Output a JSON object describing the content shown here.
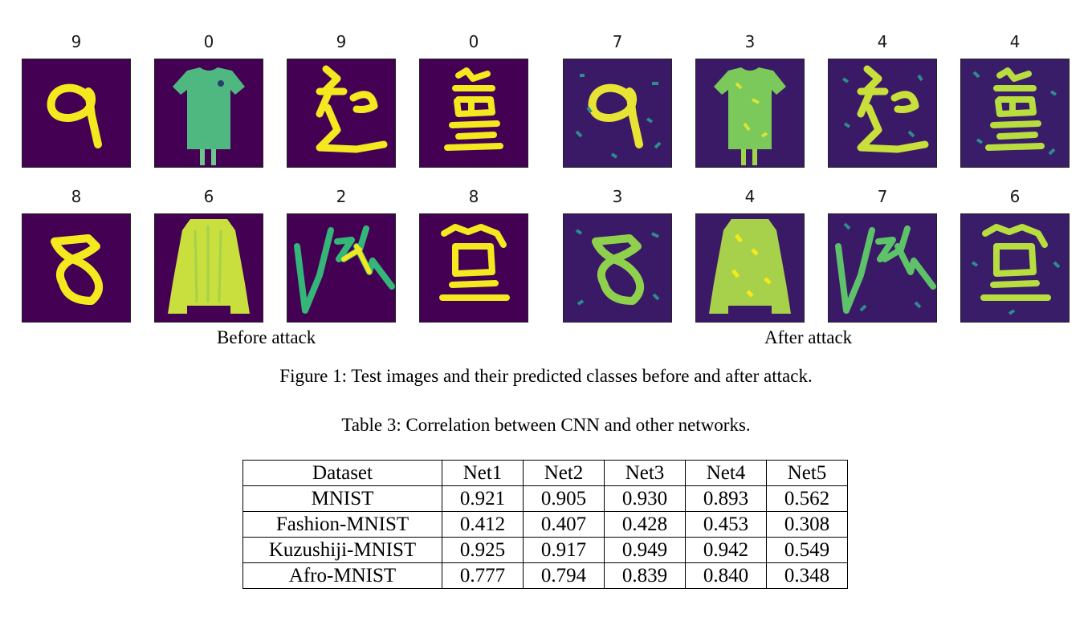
{
  "figure": {
    "top_row_labels": [
      "9",
      "0",
      "9",
      "0",
      "7",
      "3",
      "4",
      "4"
    ],
    "bottom_row_labels": [
      "8",
      "6",
      "2",
      "8",
      "3",
      "4",
      "7",
      "6"
    ],
    "before_label": "Before attack",
    "after_label": "After attack",
    "caption": "Figure 1: Test images and their predicted classes before and after attack.",
    "colors": {
      "background": "#440154",
      "glyph": "#f4e81f",
      "shirt": "#4fb780",
      "coat": "#d6e53a",
      "noise": "#2e5e8c"
    }
  },
  "table": {
    "caption": "Table 3: Correlation between CNN and other networks.",
    "headers": [
      "Dataset",
      "Net1",
      "Net2",
      "Net3",
      "Net4",
      "Net5"
    ],
    "rows": [
      [
        "MNIST",
        "0.921",
        "0.905",
        "0.930",
        "0.893",
        "0.562"
      ],
      [
        "Fashion-MNIST",
        "0.412",
        "0.407",
        "0.428",
        "0.453",
        "0.308"
      ],
      [
        "Kuzushiji-MNIST",
        "0.925",
        "0.917",
        "0.949",
        "0.942",
        "0.549"
      ],
      [
        "Afro-MNIST",
        "0.777",
        "0.794",
        "0.839",
        "0.840",
        "0.348"
      ]
    ]
  }
}
